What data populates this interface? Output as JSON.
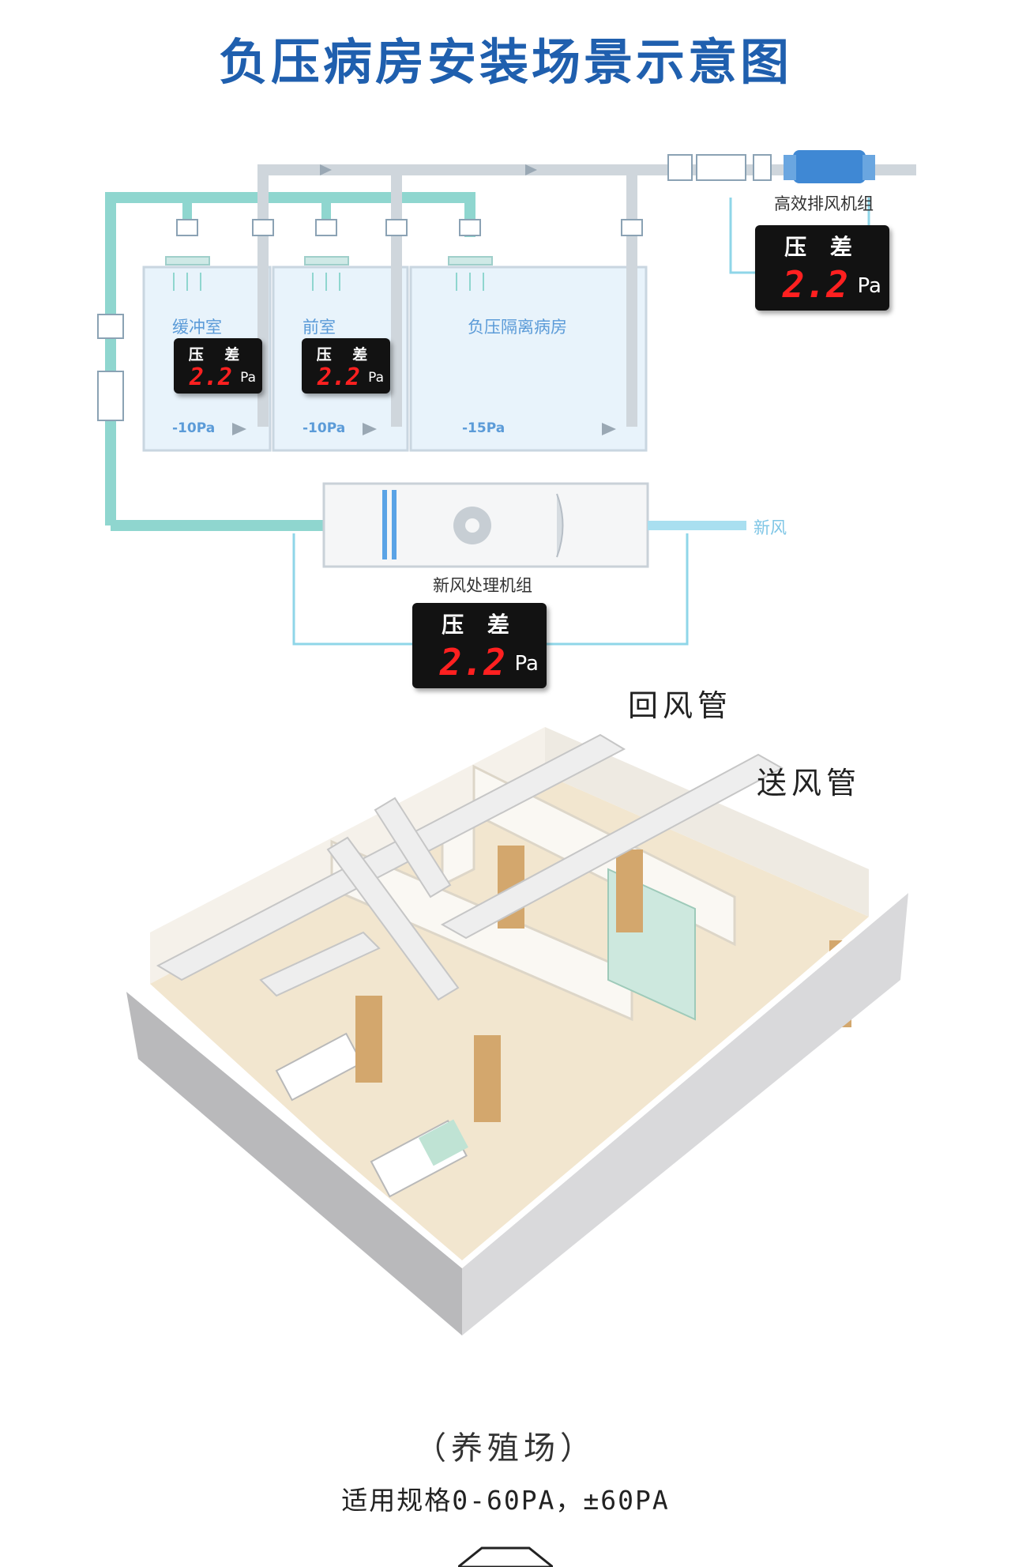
{
  "title": "负压病房安装场景示意图",
  "rooms": [
    {
      "name": "缓冲室",
      "pressure": "-10Pa"
    },
    {
      "name": "前室",
      "pressure": "-10Pa"
    },
    {
      "name": "负压隔离病房",
      "pressure": "-15Pa"
    }
  ],
  "units": {
    "exhaust": "高效排风机组",
    "fresh_air_unit": "新风处理机组",
    "fresh_air": "新风"
  },
  "meter": {
    "title": "压 差",
    "value": "2.2",
    "unit": "Pa"
  },
  "callouts": {
    "return_duct": "回风管",
    "supply_duct": "送风管"
  },
  "caption": {
    "line1": "（养殖场）",
    "line2": "适用规格0-60PA，±60PA"
  },
  "colors": {
    "title": "#1f5fae",
    "supply_duct": "#7fd0c8",
    "return_duct": "#c8d0d8",
    "display_digits": "#ff2020"
  }
}
